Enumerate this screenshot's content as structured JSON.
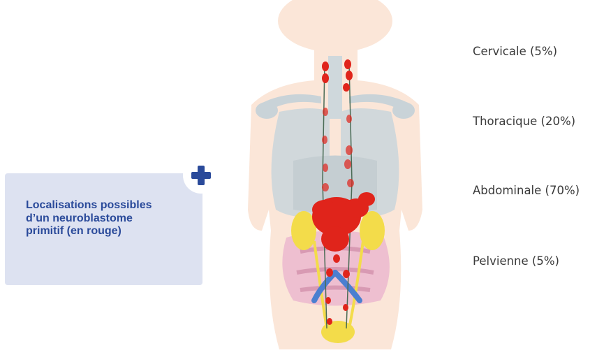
{
  "card": {
    "lines": [
      "Localisations possibles",
      "d’un neuroblastome",
      "primitif (en rouge)"
    ],
    "badge_icon": "plus-icon",
    "badge_color": "#2a4a9a"
  },
  "regions": [
    {
      "label": "Cervicale (5%)"
    },
    {
      "label": "Thoracique (20%)"
    },
    {
      "label": "Abdominale (70%)"
    },
    {
      "label": "Pelvienne (5%)"
    }
  ],
  "colors": {
    "tumor": "#e0241b",
    "skin": "#fbe6d8",
    "lungs": "#cfd8dc",
    "kidneys": "#f3dc4a",
    "intestines": "#eebfd0",
    "text_accent": "#2a4a9a"
  }
}
